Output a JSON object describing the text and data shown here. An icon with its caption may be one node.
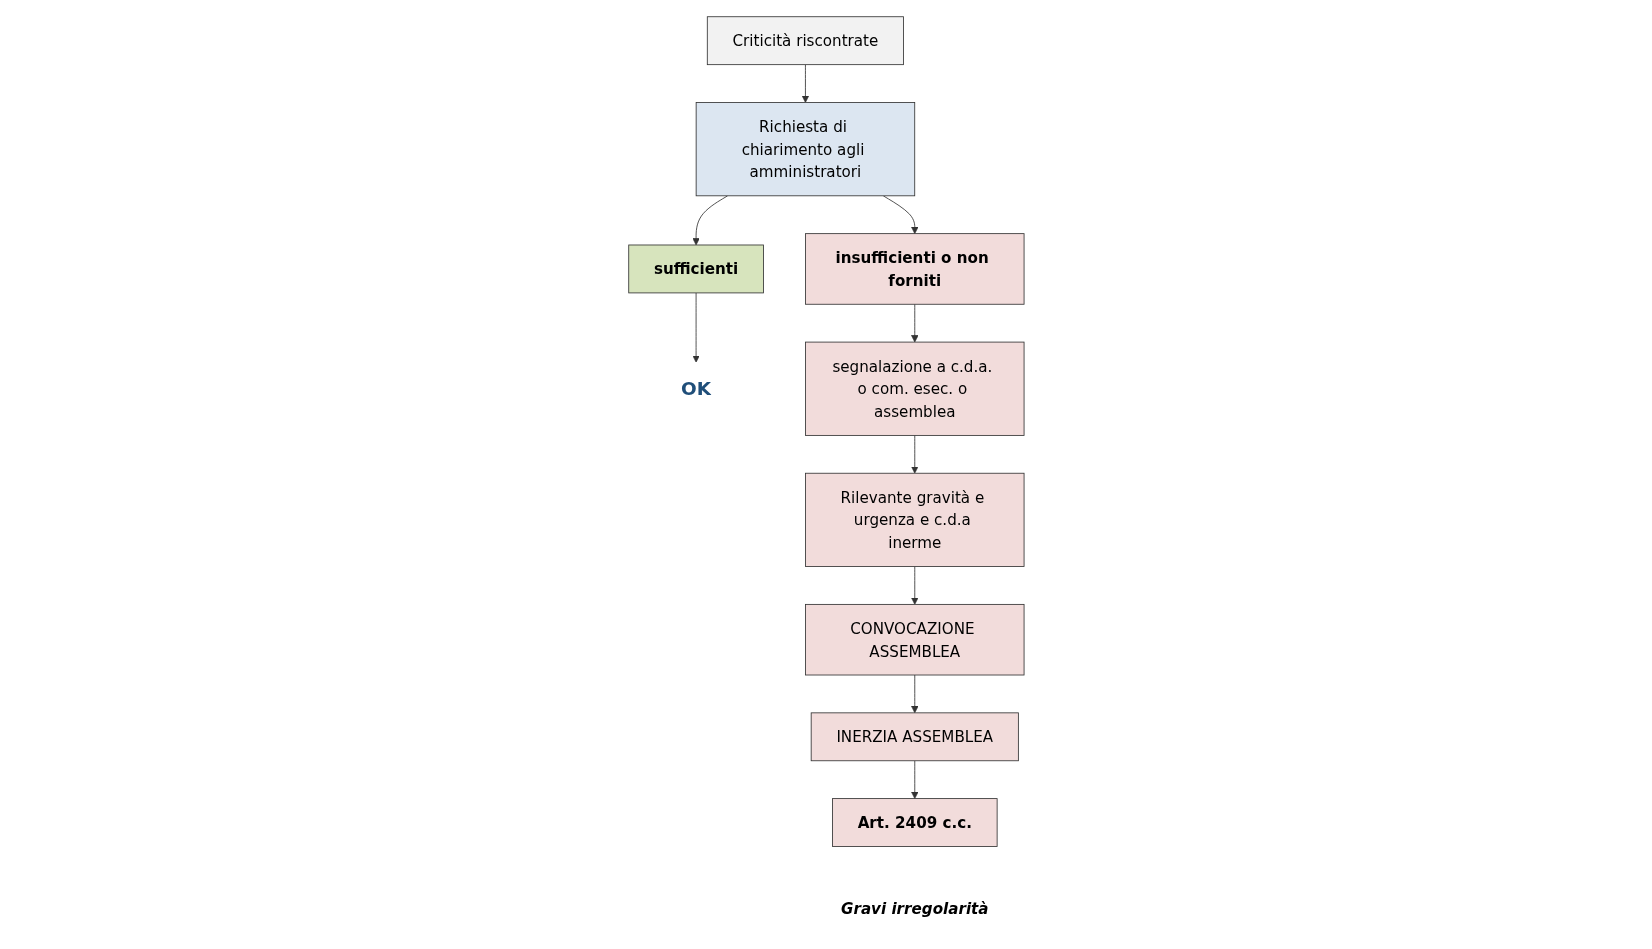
{
  "diagram": {
    "nodes": [
      {
        "text": [
          "Criticità riscontrate"
        ]
      },
      {
        "text": [
          "Richiesta di chiarimento agli amministratori"
        ]
      },
      {
        "text": [
          "sufficienti"
        ]
      },
      {
        "text": [
          "OK"
        ]
      },
      {
        "text": [
          "insufficienti o non forniti"
        ]
      },
      {
        "text": [
          "segnalazione a c.d.a. o com. esec. o assemblea"
        ]
      },
      {
        "text": [
          "Rilevante gravità e urgenza e c.d.a inerme"
        ]
      },
      {
        "text": [
          "CONVOCAZIONE ASSEMBLEA"
        ]
      },
      {
        "text": [
          "INERZIA ASSEMBLEA"
        ]
      },
      {
        "text": [
          "Art. 2409 c.c."
        ],
        "beside": [
          "Gravi irregolarità"
        ]
      }
    ],
    "edges": [
      {
        "from": 0,
        "to": 1,
        "arrow": "to"
      },
      {
        "from": 1,
        "to": 2,
        "arrow": "to"
      },
      {
        "from": 2,
        "to": 3,
        "arrow": "to"
      },
      {
        "from": 1,
        "to": 4,
        "arrow": "to"
      },
      {
        "from": 4,
        "to": 5,
        "arrow": "to"
      },
      {
        "from": 5,
        "to": 6,
        "arrow": "to"
      },
      {
        "from": 6,
        "to": 7,
        "arrow": "to"
      },
      {
        "from": 7,
        "to": 8,
        "arrow": "to"
      },
      {
        "from": 8,
        "to": 9,
        "arrow": "to"
      }
    ]
  }
}
